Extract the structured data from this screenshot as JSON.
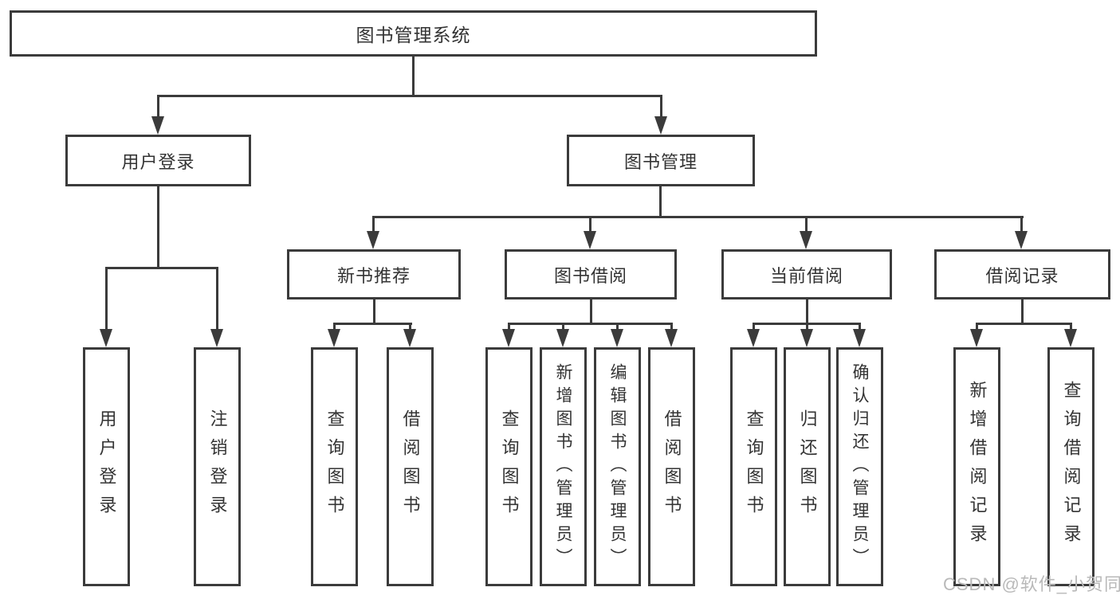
{
  "tree": {
    "root": "图书管理系统",
    "branches": [
      {
        "label": "用户登录",
        "children": [
          "用户登录",
          "注销登录"
        ]
      },
      {
        "label": "图书管理",
        "sections": [
          {
            "label": "新书推荐",
            "children": [
              "查询图书",
              "借阅图书"
            ]
          },
          {
            "label": "图书借阅",
            "children": [
              "查询图书",
              "新增图书（管理员）",
              "编辑图书（管理员）",
              "借阅图书"
            ]
          },
          {
            "label": "当前借阅",
            "children": [
              "查询图书",
              "归还图书",
              "确认归还（管理员）"
            ]
          },
          {
            "label": "借阅记录",
            "children": [
              "新增借阅记录",
              "查询借阅记录"
            ]
          }
        ]
      }
    ]
  },
  "watermark": {
    "text": "CSDN @软件_小贺同学"
  },
  "colors": {
    "line": "#3b3b3b",
    "text": "#333333",
    "watermark": "#b9b9b9",
    "background": "#ffffff"
  }
}
